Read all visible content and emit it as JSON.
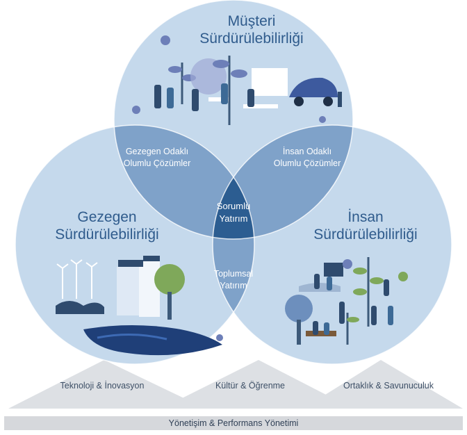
{
  "circles": {
    "top_title": "Müşteri Sürdürülebilirliği",
    "left_title": "Gezegen Sürdürülebilirliği",
    "right_title": "İnsan Sürdürülebilirliği"
  },
  "overlaps": {
    "top_left": "Gezegen Odaklı Olumlu Çözümler",
    "top_right": "İnsan Odaklı Olumlu Çözümler",
    "left_right": "Toplumsal Yatırım",
    "center": "Sorumlu Yatırım"
  },
  "pillars": [
    "Teknoloji & İnovasyon",
    "Kültür & Öğrenme",
    "Ortaklık & Savunuculuk"
  ],
  "foundation": "Yönetişim & Performans Yönetimi",
  "colors": {
    "circle_fill": "#c5d9ec",
    "overlap_fill": "#7fa2c9",
    "center_fill": "#2c5d91",
    "title_text": "#2f5b8c",
    "pillar_fill": "#dde0e4"
  }
}
